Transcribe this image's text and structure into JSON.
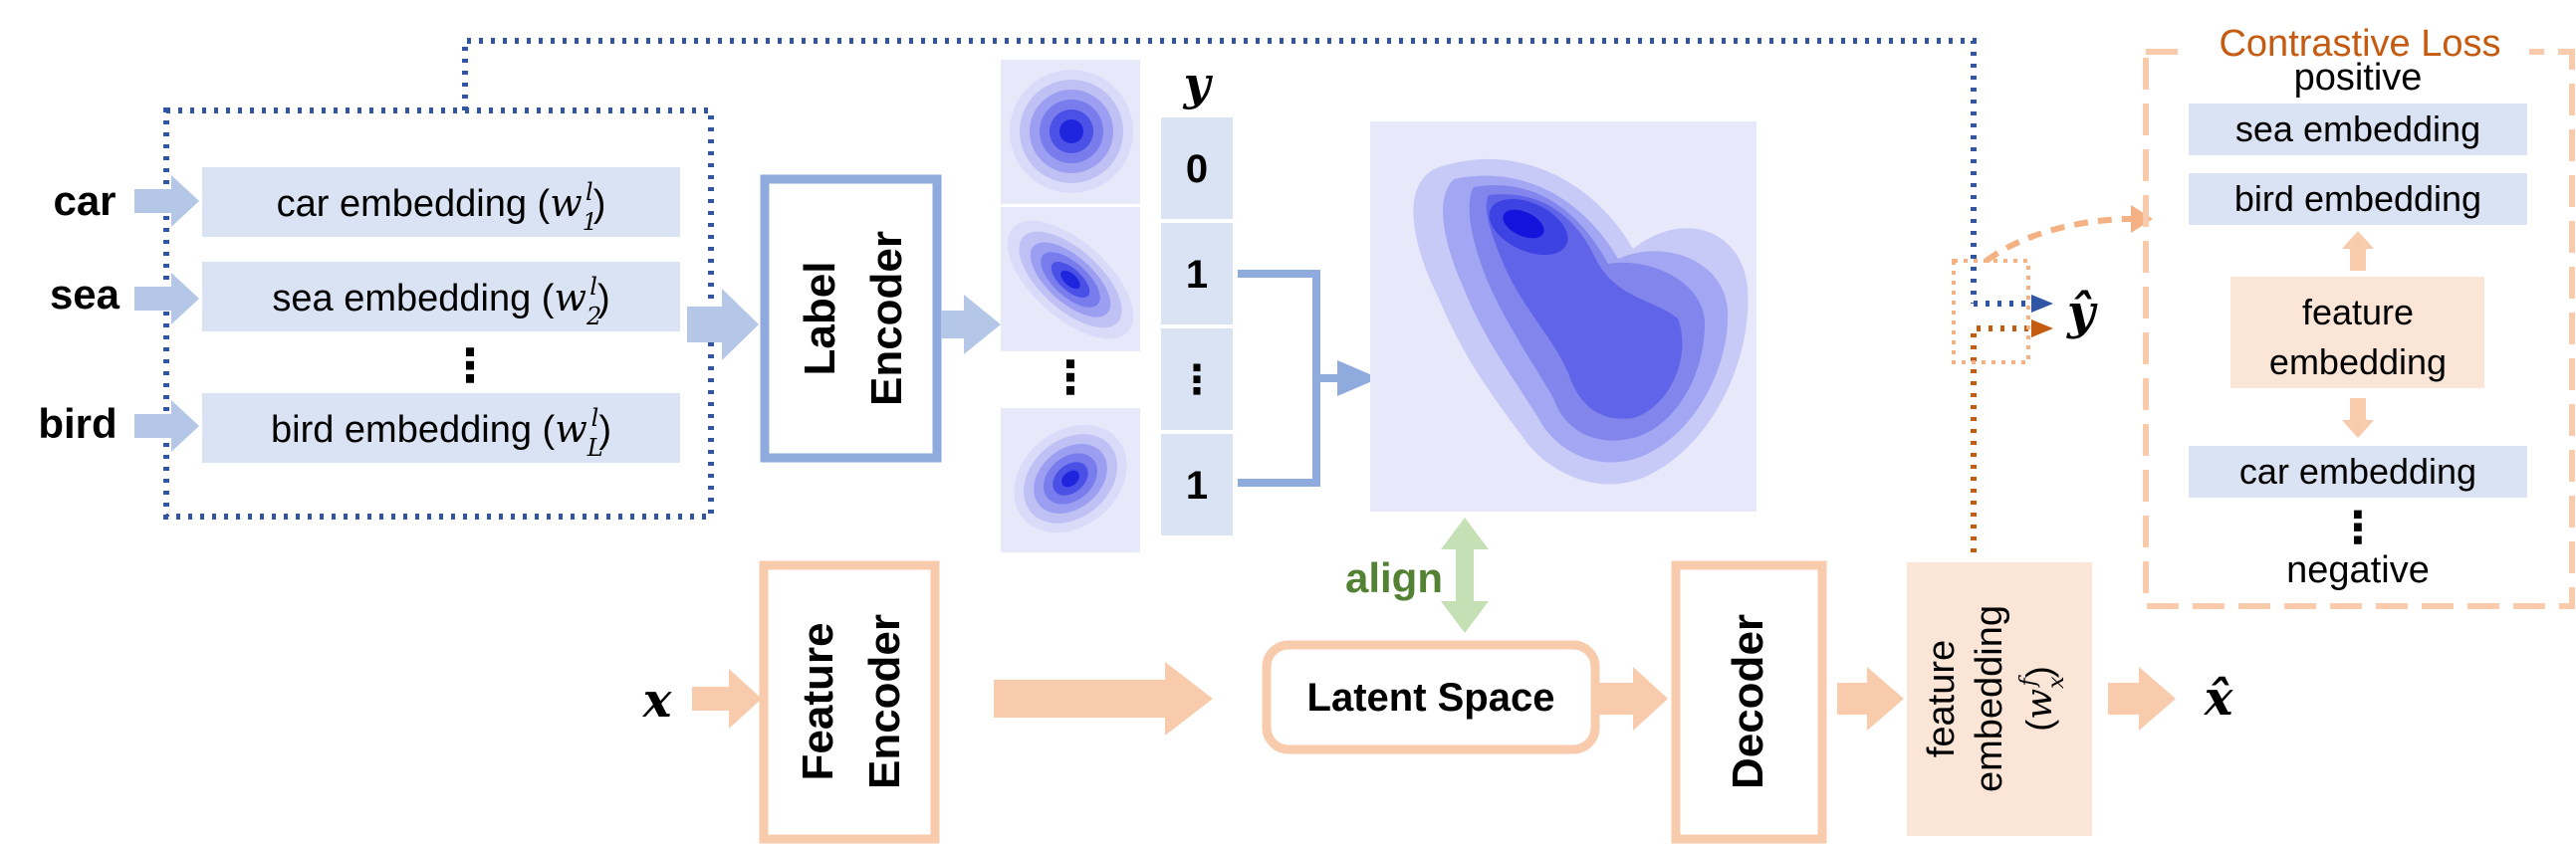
{
  "colors": {
    "blue_dotted": "#2f55a4",
    "orange_dotted": "#c55a11",
    "blue_box": "#8faadc",
    "blue_fill": "#dae3f3",
    "orange_box": "#f8cbad",
    "orange_fill": "#fbe5d6",
    "green": "#548235",
    "green_arrow": "#c5e0b4",
    "contrastive_title": "#c55a11"
  },
  "inputs": {
    "words": [
      "car",
      "sea",
      "bird"
    ],
    "embeddings": [
      {
        "text": "car embedding",
        "sym": "w",
        "sup": "l",
        "sub": "1"
      },
      {
        "text": "sea embedding",
        "sym": "w",
        "sup": "l",
        "sub": "2"
      },
      {
        "text": "bird embedding",
        "sym": "w",
        "sup": "l",
        "sub": "L"
      }
    ],
    "ellipsis": "⋮"
  },
  "label_encoder": {
    "line1": "Label",
    "line2": "Encoder"
  },
  "feature_encoder": {
    "line1": "Feature",
    "line2": "Encoder"
  },
  "y_vector": {
    "header": "y",
    "cells": [
      "0",
      "1",
      "⋮",
      "1"
    ]
  },
  "gaussians_ellipsis": "⋮",
  "align_label": "align",
  "latent_space": "Latent Space",
  "decoder": "Decoder",
  "x_input": "x",
  "x_hat": "x̂",
  "y_hat": "ŷ",
  "feature_embedding_vertical": {
    "line1": "feature",
    "line2": "embedding",
    "sym": "w",
    "sup": "f",
    "sub": "x"
  },
  "contrastive": {
    "title": "Contrastive Loss",
    "positive": "positive",
    "sea": "sea embedding",
    "bird": "bird embedding",
    "feature_line1": "feature",
    "feature_line2": "embedding",
    "car": "car embedding",
    "ellipsis": "⋮",
    "negative": "negative"
  }
}
